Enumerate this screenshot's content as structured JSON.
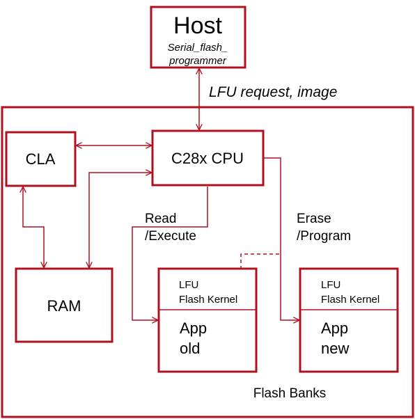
{
  "colors": {
    "accent": "#b01020",
    "text": "#000000",
    "background": "#ffffff"
  },
  "host": {
    "title": "Host",
    "subtitle_line1": "Serial_flash_",
    "subtitle_line2": "programmer"
  },
  "host_link_label": "LFU request, image",
  "cla": {
    "label": "CLA"
  },
  "cpu": {
    "label": "C28x CPU"
  },
  "ram": {
    "label": "RAM"
  },
  "read_label": {
    "line1": "Read",
    "line2": "/Execute"
  },
  "erase_label": {
    "line1": "Erase",
    "line2": "/Program"
  },
  "bank_old": {
    "kernel_line1": "LFU",
    "kernel_line2": "Flash Kernel",
    "app_line1": "App",
    "app_line2": "old"
  },
  "bank_new": {
    "kernel_line1": "LFU",
    "kernel_line2": "Flash Kernel",
    "app_line1": "App",
    "app_line2": "new"
  },
  "flash_banks_label": "Flash Banks"
}
